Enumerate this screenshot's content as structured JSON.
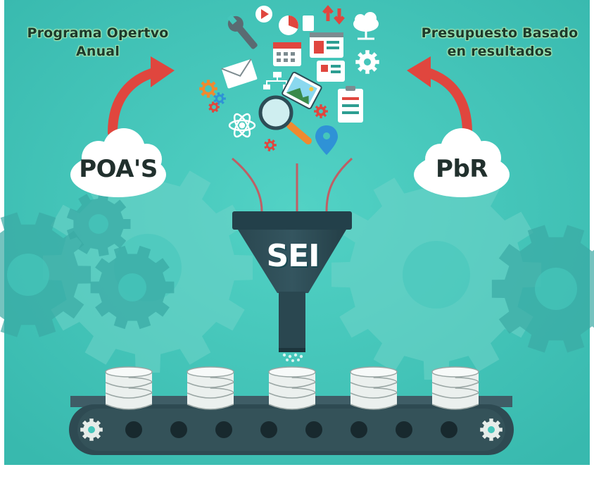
{
  "headline_left": {
    "line1": "Programa Opertvo",
    "line2": "Anual"
  },
  "headline_right": {
    "line1": "Presupuesto Basado",
    "line2": "en resultados"
  },
  "cloud_left": {
    "label": "POA'S"
  },
  "cloud_right": {
    "label": "PbR"
  },
  "funnel": {
    "label": "SEI"
  },
  "database_count": 5,
  "colors": {
    "background": "#45c6bb",
    "gear": "#6fd3c8",
    "funnel": "#2d4c56",
    "arrow": "#e0463e",
    "conveyor": "#2e4a52",
    "database": "#ebf0ee"
  },
  "icons": [
    "wrench-icon",
    "play-icon",
    "pie-chart-icon",
    "sort-arrows-icon",
    "cloud-network-icon",
    "calendar-icon",
    "browser-window-icon",
    "gear-icon",
    "envelope-icon",
    "org-chart-icon",
    "gears-icon",
    "magnifier-icon",
    "atom-icon",
    "image-icon",
    "location-pin-icon",
    "clipboard-icon"
  ]
}
